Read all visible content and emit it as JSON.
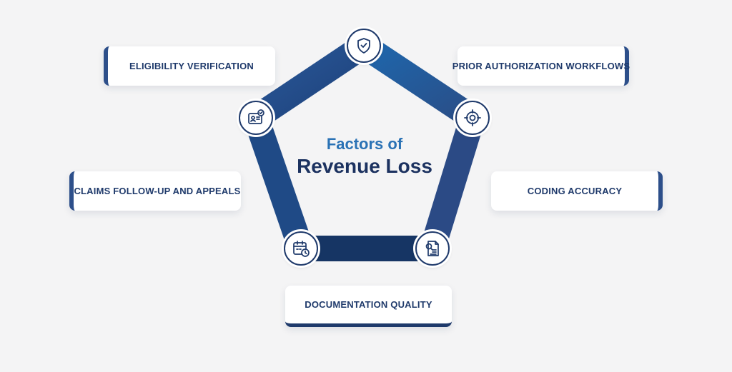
{
  "diagram": {
    "title_line1": "Factors of",
    "title_line2": "Revenue Loss",
    "factors": [
      {
        "label": "ELIGIBILITY VERIFICATION",
        "icon": "id-card-check-icon"
      },
      {
        "label": "PRIOR AUTHORIZATION WORKFLOWS",
        "icon": "shield-check-icon"
      },
      {
        "label": "CODING ACCURACY",
        "icon": "target-icon"
      },
      {
        "label": "DOCUMENTATION QUALITY",
        "icon": "document-search-icon"
      },
      {
        "label": "CLAIMS FOLLOW-UP AND APPEALS",
        "icon": "calendar-clock-icon"
      }
    ]
  },
  "colors": {
    "navy": "#1f3a6b",
    "blue": "#2a72b5",
    "background": "#f4f4f5"
  }
}
